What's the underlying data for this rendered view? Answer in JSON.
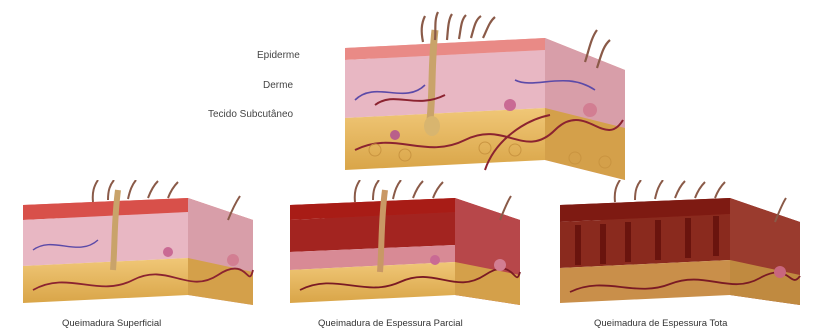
{
  "labels": {
    "epidermis": "Epiderme",
    "dermis": "Derme",
    "subcutaneous": "Tecido Subcutâneo"
  },
  "captions": {
    "superficial": "Queimadura Superficial",
    "partial": "Queimadura de Espessura Parcial",
    "full": "Queimadura de Espessura Tota"
  },
  "colors": {
    "epidermis": "#e98a86",
    "dermis": "#e8b7c3",
    "fat": "#e7b861",
    "hair": "#8a5a48",
    "vessel": "#8b2330",
    "burn_partial": "#a81c16",
    "burn_full": "#7e1a12"
  }
}
